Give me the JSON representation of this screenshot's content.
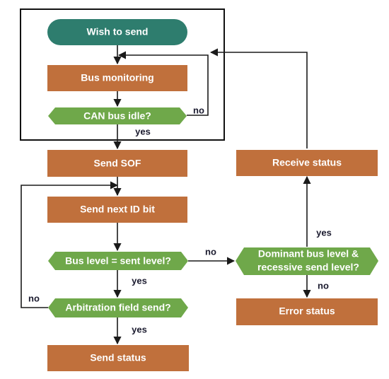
{
  "nodes": {
    "wish_to_send": "Wish to send",
    "bus_monitoring": "Bus monitoring",
    "can_bus_idle": "CAN bus idle?",
    "send_sof": "Send SOF",
    "send_next_id_bit": "Send next ID bit",
    "bus_level_check": "Bus level = sent level?",
    "arbitration_field_send": "Arbitration field send?",
    "send_status": "Send status",
    "receive_status": "Receive status",
    "dominant_line1": "Dominant bus level &",
    "dominant_line2": "recessive send level?",
    "error_status": "Error status"
  },
  "labels": {
    "can_idle_no": "no",
    "can_idle_yes": "yes",
    "bus_level_yes": "yes",
    "bus_level_no": "no",
    "arbitration_no": "no",
    "arbitration_yes": "yes",
    "dominant_yes": "yes",
    "dominant_no": "no"
  },
  "colors": {
    "process": "#c0703c",
    "decision": "#6fa84a",
    "start": "#2e7d6e"
  }
}
